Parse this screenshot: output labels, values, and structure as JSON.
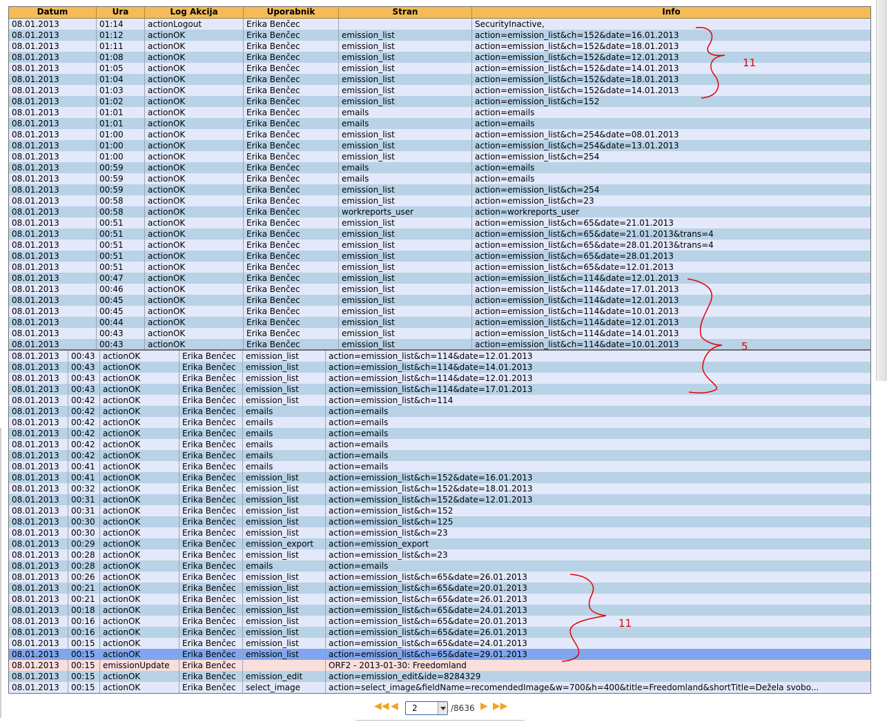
{
  "columns": [
    "Datum",
    "Ura",
    "Log Akcija",
    "Uporabnik",
    "Stran",
    "Info"
  ],
  "upper_rows": [
    [
      "08.01.2013",
      "01:14",
      "actionLogout",
      "Erika Benčec",
      "",
      "SecurityInactive,"
    ],
    [
      "08.01.2013",
      "01:12",
      "actionOK",
      "Erika Benčec",
      "emission_list",
      "action=emission_list&ch=152&date=16.01.2013"
    ],
    [
      "08.01.2013",
      "01:11",
      "actionOK",
      "Erika Benčec",
      "emission_list",
      "action=emission_list&ch=152&date=18.01.2013"
    ],
    [
      "08.01.2013",
      "01:08",
      "actionOK",
      "Erika Benčec",
      "emission_list",
      "action=emission_list&ch=152&date=12.01.2013"
    ],
    [
      "08.01.2013",
      "01:05",
      "actionOK",
      "Erika Benčec",
      "emission_list",
      "action=emission_list&ch=152&date=14.01.2013"
    ],
    [
      "08.01.2013",
      "01:04",
      "actionOK",
      "Erika Benčec",
      "emission_list",
      "action=emission_list&ch=152&date=18.01.2013"
    ],
    [
      "08.01.2013",
      "01:03",
      "actionOK",
      "Erika Benčec",
      "emission_list",
      "action=emission_list&ch=152&date=14.01.2013"
    ],
    [
      "08.01.2013",
      "01:02",
      "actionOK",
      "Erika Benčec",
      "emission_list",
      "action=emission_list&ch=152"
    ],
    [
      "08.01.2013",
      "01:01",
      "actionOK",
      "Erika Benčec",
      "emails",
      "action=emails"
    ],
    [
      "08.01.2013",
      "01:01",
      "actionOK",
      "Erika Benčec",
      "emails",
      "action=emails"
    ],
    [
      "08.01.2013",
      "01:00",
      "actionOK",
      "Erika Benčec",
      "emission_list",
      "action=emission_list&ch=254&date=08.01.2013"
    ],
    [
      "08.01.2013",
      "01:00",
      "actionOK",
      "Erika Benčec",
      "emission_list",
      "action=emission_list&ch=254&date=13.01.2013"
    ],
    [
      "08.01.2013",
      "01:00",
      "actionOK",
      "Erika Benčec",
      "emission_list",
      "action=emission_list&ch=254"
    ],
    [
      "08.01.2013",
      "00:59",
      "actionOK",
      "Erika Benčec",
      "emails",
      "action=emails"
    ],
    [
      "08.01.2013",
      "00:59",
      "actionOK",
      "Erika Benčec",
      "emails",
      "action=emails"
    ],
    [
      "08.01.2013",
      "00:59",
      "actionOK",
      "Erika Benčec",
      "emission_list",
      "action=emission_list&ch=254"
    ],
    [
      "08.01.2013",
      "00:58",
      "actionOK",
      "Erika Benčec",
      "emission_list",
      "action=emission_list&ch=23"
    ],
    [
      "08.01.2013",
      "00:58",
      "actionOK",
      "Erika Benčec",
      "workreports_user",
      "action=workreports_user"
    ],
    [
      "08.01.2013",
      "00:51",
      "actionOK",
      "Erika Benčec",
      "emission_list",
      "action=emission_list&ch=65&date=21.01.2013"
    ],
    [
      "08.01.2013",
      "00:51",
      "actionOK",
      "Erika Benčec",
      "emission_list",
      "action=emission_list&ch=65&date=21.01.2013&trans=4"
    ],
    [
      "08.01.2013",
      "00:51",
      "actionOK",
      "Erika Benčec",
      "emission_list",
      "action=emission_list&ch=65&date=28.01.2013&trans=4"
    ],
    [
      "08.01.2013",
      "00:51",
      "actionOK",
      "Erika Benčec",
      "emission_list",
      "action=emission_list&ch=65&date=28.01.2013"
    ],
    [
      "08.01.2013",
      "00:51",
      "actionOK",
      "Erika Benčec",
      "emission_list",
      "action=emission_list&ch=65&date=12.01.2013"
    ],
    [
      "08.01.2013",
      "00:47",
      "actionOK",
      "Erika Benčec",
      "emission_list",
      "action=emission_list&ch=114&date=12.01.2013"
    ],
    [
      "08.01.2013",
      "00:46",
      "actionOK",
      "Erika Benčec",
      "emission_list",
      "action=emission_list&ch=114&date=17.01.2013"
    ],
    [
      "08.01.2013",
      "00:45",
      "actionOK",
      "Erika Benčec",
      "emission_list",
      "action=emission_list&ch=114&date=12.01.2013"
    ],
    [
      "08.01.2013",
      "00:45",
      "actionOK",
      "Erika Benčec",
      "emission_list",
      "action=emission_list&ch=114&date=10.01.2013"
    ],
    [
      "08.01.2013",
      "00:44",
      "actionOK",
      "Erika Benčec",
      "emission_list",
      "action=emission_list&ch=114&date=12.01.2013"
    ],
    [
      "08.01.2013",
      "00:43",
      "actionOK",
      "Erika Benčec",
      "emission_list",
      "action=emission_list&ch=114&date=14.01.2013"
    ],
    [
      "08.01.2013",
      "00:43",
      "actionOK",
      "Erika Benčec",
      "emission_list",
      "action=emission_list&ch=114&date=10.01.2013"
    ]
  ],
  "lower_rows": [
    [
      "08.01.2013",
      "00:43",
      "actionOK",
      "Erika Benčec",
      "emission_list",
      "action=emission_list&ch=114&date=12.01.2013"
    ],
    [
      "08.01.2013",
      "00:43",
      "actionOK",
      "Erika Benčec",
      "emission_list",
      "action=emission_list&ch=114&date=14.01.2013"
    ],
    [
      "08.01.2013",
      "00:43",
      "actionOK",
      "Erika Benčec",
      "emission_list",
      "action=emission_list&ch=114&date=12.01.2013"
    ],
    [
      "08.01.2013",
      "00:43",
      "actionOK",
      "Erika Benčec",
      "emission_list",
      "action=emission_list&ch=114&date=17.01.2013"
    ],
    [
      "08.01.2013",
      "00:42",
      "actionOK",
      "Erika Benčec",
      "emission_list",
      "action=emission_list&ch=114"
    ],
    [
      "08.01.2013",
      "00:42",
      "actionOK",
      "Erika Benčec",
      "emails",
      "action=emails"
    ],
    [
      "08.01.2013",
      "00:42",
      "actionOK",
      "Erika Benčec",
      "emails",
      "action=emails"
    ],
    [
      "08.01.2013",
      "00:42",
      "actionOK",
      "Erika Benčec",
      "emails",
      "action=emails"
    ],
    [
      "08.01.2013",
      "00:42",
      "actionOK",
      "Erika Benčec",
      "emails",
      "action=emails"
    ],
    [
      "08.01.2013",
      "00:42",
      "actionOK",
      "Erika Benčec",
      "emails",
      "action=emails"
    ],
    [
      "08.01.2013",
      "00:41",
      "actionOK",
      "Erika Benčec",
      "emails",
      "action=emails"
    ],
    [
      "08.01.2013",
      "00:41",
      "actionOK",
      "Erika Benčec",
      "emission_list",
      "action=emission_list&ch=152&date=16.01.2013"
    ],
    [
      "08.01.2013",
      "00:32",
      "actionOK",
      "Erika Benčec",
      "emission_list",
      "action=emission_list&ch=152&date=18.01.2013"
    ],
    [
      "08.01.2013",
      "00:31",
      "actionOK",
      "Erika Benčec",
      "emission_list",
      "action=emission_list&ch=152&date=12.01.2013"
    ],
    [
      "08.01.2013",
      "00:31",
      "actionOK",
      "Erika Benčec",
      "emission_list",
      "action=emission_list&ch=152"
    ],
    [
      "08.01.2013",
      "00:30",
      "actionOK",
      "Erika Benčec",
      "emission_list",
      "action=emission_list&ch=125"
    ],
    [
      "08.01.2013",
      "00:30",
      "actionOK",
      "Erika Benčec",
      "emission_list",
      "action=emission_list&ch=23"
    ],
    [
      "08.01.2013",
      "00:29",
      "actionOK",
      "Erika Benčec",
      "emission_export",
      "action=emission_export"
    ],
    [
      "08.01.2013",
      "00:28",
      "actionOK",
      "Erika Benčec",
      "emission_list",
      "action=emission_list&ch=23"
    ],
    [
      "08.01.2013",
      "00:28",
      "actionOK",
      "Erika Benčec",
      "emails",
      "action=emails"
    ],
    [
      "08.01.2013",
      "00:26",
      "actionOK",
      "Erika Benčec",
      "emission_list",
      "action=emission_list&ch=65&date=26.01.2013"
    ],
    [
      "08.01.2013",
      "00:21",
      "actionOK",
      "Erika Benčec",
      "emission_list",
      "action=emission_list&ch=65&date=20.01.2013"
    ],
    [
      "08.01.2013",
      "00:21",
      "actionOK",
      "Erika Benčec",
      "emission_list",
      "action=emission_list&ch=65&date=26.01.2013"
    ],
    [
      "08.01.2013",
      "00:18",
      "actionOK",
      "Erika Benčec",
      "emission_list",
      "action=emission_list&ch=65&date=24.01.2013"
    ],
    [
      "08.01.2013",
      "00:16",
      "actionOK",
      "Erika Benčec",
      "emission_list",
      "action=emission_list&ch=65&date=20.01.2013"
    ],
    [
      "08.01.2013",
      "00:16",
      "actionOK",
      "Erika Benčec",
      "emission_list",
      "action=emission_list&ch=65&date=26.01.2013"
    ],
    [
      "08.01.2013",
      "00:15",
      "actionOK",
      "Erika Benčec",
      "emission_list",
      "action=emission_list&ch=65&date=24.01.2013"
    ],
    [
      "08.01.2013",
      "00:15",
      "actionOK",
      "Erika Benčec",
      "emission_list",
      "action=emission_list&ch=65&date=29.01.2013"
    ],
    [
      "08.01.2013",
      "00:15",
      "emissionUpdate",
      "Erika Benčec",
      "",
      "ORF2 - 2013-01-30: Freedomland"
    ],
    [
      "08.01.2013",
      "00:15",
      "actionOK",
      "Erika Benčec",
      "emission_edit",
      "action=emission_edit&ide=8284329"
    ],
    [
      "08.01.2013",
      "00:15",
      "actionOK",
      "Erika Benčec",
      "select_image",
      "action=select_image&fieldName=recomendedImage&w=700&h=400&title=Freedomland&shortTitle=Dežela svobo..."
    ]
  ],
  "lower_selected_row": 27,
  "lower_update_row": 28,
  "pager": {
    "current_page": "2",
    "total_label": "/8636",
    "first_icon": "double-chevron-left-icon",
    "prev_icon": "chevron-left-icon",
    "next_icon": "chevron-right-icon",
    "last_icon": "double-chevron-right-icon"
  },
  "annotations": {
    "labels": [
      "11",
      "5",
      "11"
    ],
    "color": "#e00000"
  },
  "colors": {
    "header_bg": "#f5bb56",
    "row_light": "#e3e9fa",
    "row_dark": "#b8d2e6",
    "row_selected": "#7fa6ee",
    "row_update": "#f9dedb"
  }
}
